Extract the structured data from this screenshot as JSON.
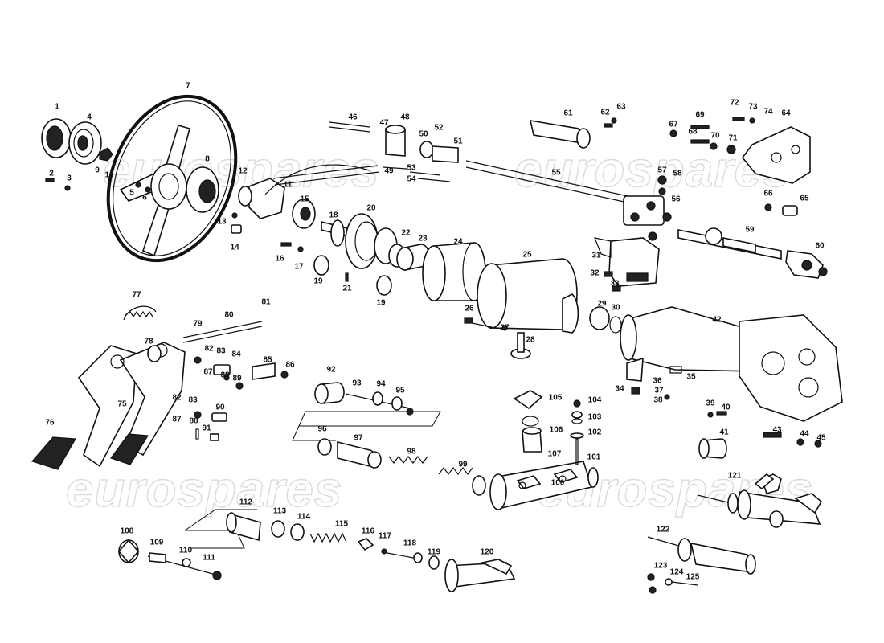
{
  "watermark": "eurospares",
  "part_labels": [
    "1",
    "2",
    "3",
    "4",
    "5",
    "6",
    "7",
    "8",
    "9",
    "10",
    "11",
    "12",
    "13",
    "14",
    "15",
    "16",
    "17",
    "18",
    "19",
    "19",
    "20",
    "21",
    "22",
    "23",
    "24",
    "25",
    "26",
    "27",
    "28",
    "29",
    "30",
    "31",
    "32",
    "33",
    "34",
    "35",
    "36",
    "37",
    "38",
    "39",
    "40",
    "41",
    "42",
    "43",
    "44",
    "45",
    "46",
    "47",
    "48",
    "49",
    "50",
    "51",
    "52",
    "53",
    "54",
    "55",
    "56",
    "57",
    "58",
    "59",
    "60",
    "61",
    "62",
    "63",
    "64",
    "65",
    "66",
    "67",
    "68",
    "69",
    "70",
    "71",
    "72",
    "73",
    "74",
    "75",
    "76",
    "77",
    "78",
    "79",
    "80",
    "81",
    "82",
    "82",
    "83",
    "83",
    "84",
    "85",
    "86",
    "87",
    "87",
    "88",
    "88",
    "89",
    "90",
    "91",
    "92",
    "93",
    "94",
    "95",
    "96",
    "97",
    "98",
    "99",
    "100",
    "101",
    "102",
    "103",
    "104",
    "105",
    "106",
    "107",
    "108",
    "109",
    "110",
    "111",
    "112",
    "113",
    "114",
    "115",
    "116",
    "117",
    "118",
    "119",
    "120",
    "121",
    "122",
    "123",
    "124",
    "125"
  ]
}
